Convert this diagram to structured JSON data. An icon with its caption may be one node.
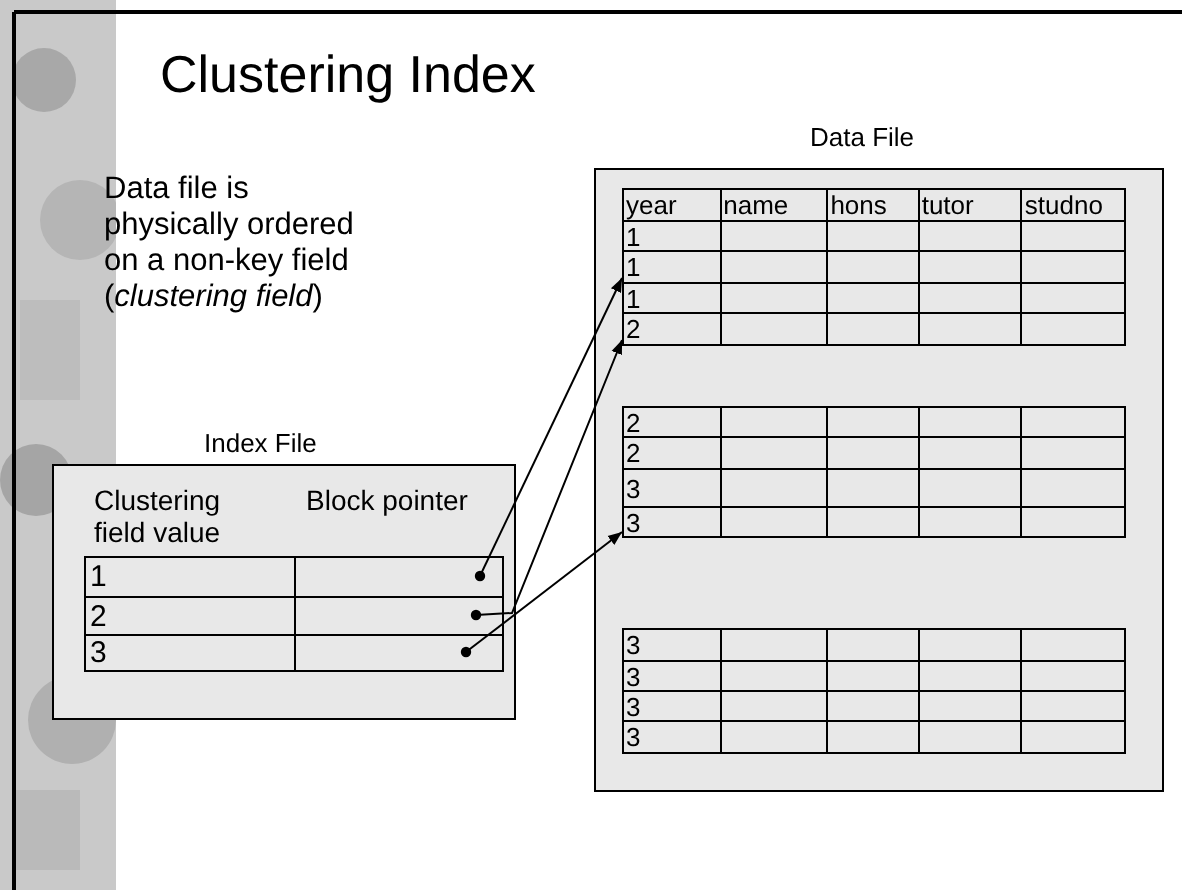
{
  "diagram": {
    "title": "Clustering Index",
    "nodes": [
      {
        "text": [
          "Index File",
          "Clustering field value",
          "Block pointer"
        ]
      },
      {
        "text": [
          "1"
        ],
        "in": 0
      },
      {
        "text": [
          "2"
        ],
        "in": 0
      },
      {
        "text": [
          "3"
        ],
        "in": 0
      },
      {
        "text": [
          "Data File"
        ]
      },
      {
        "text": [
          "year",
          "name",
          "hons",
          "tutor",
          "studno"
        ],
        "in": 4
      },
      {
        "text": [
          "1"
        ],
        "in": 4
      },
      {
        "text": [
          "1"
        ],
        "in": 4
      },
      {
        "text": [
          "1"
        ],
        "in": 4
      },
      {
        "text": [
          "2"
        ],
        "in": 4
      },
      {
        "text": [
          "2"
        ],
        "in": 4
      },
      {
        "text": [
          "2"
        ],
        "in": 4
      },
      {
        "text": [
          "3"
        ],
        "in": 4
      },
      {
        "text": [
          "3"
        ],
        "in": 4
      },
      {
        "text": [
          "3"
        ],
        "in": 4
      },
      {
        "text": [
          "3"
        ],
        "in": 4
      },
      {
        "text": [
          "3"
        ],
        "in": 4
      },
      {
        "text": [
          "3"
        ],
        "in": 4
      }
    ],
    "edges": [
      {
        "from": 1,
        "to": 7,
        "arrow": "to"
      },
      {
        "from": 2,
        "to": 9,
        "arrow": "to"
      },
      {
        "from": 3,
        "to": 13,
        "arrow": "to"
      }
    ],
    "labels": [
      "Data file is physically ordered on a non-key field (*clustering field*)"
    ]
  }
}
